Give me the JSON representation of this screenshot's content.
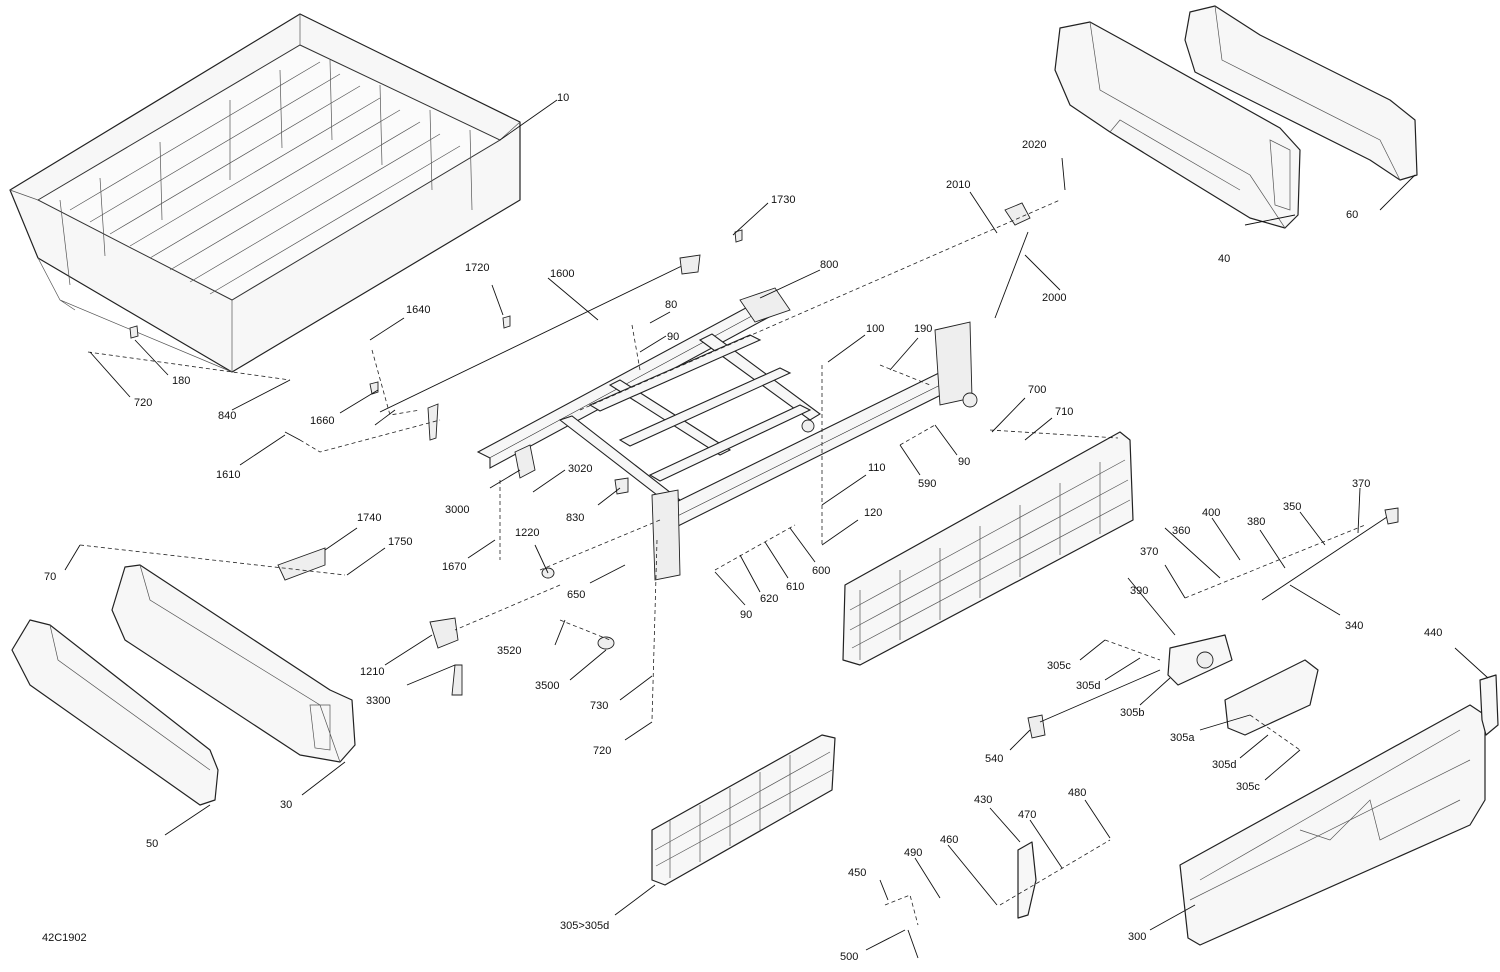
{
  "drawing_code": "42C1902",
  "callouts": {
    "c10": "10",
    "c180": "180",
    "c720a": "720",
    "c840": "840",
    "c1720": "1720",
    "c1600": "1600",
    "c1730": "1730",
    "c800": "800",
    "c80": "80",
    "c90a": "90",
    "c1640": "1640",
    "c1660": "1660",
    "c1610": "1610",
    "c2020": "2020",
    "c2010": "2010",
    "c2000": "2000",
    "c40": "40",
    "c60": "60",
    "c100": "100",
    "c190": "190",
    "c700": "700",
    "c710": "710",
    "c90b": "90",
    "c590": "590",
    "c110": "110",
    "c120": "120",
    "c3020": "3020",
    "c3000": "3000",
    "c830": "830",
    "c1740": "1740",
    "c1750": "1750",
    "c1670": "1670",
    "c1220": "1220",
    "c70": "70",
    "c650": "650",
    "c600": "600",
    "c610": "610",
    "c620": "620",
    "c90c": "90",
    "c1210": "1210",
    "c3520": "3520",
    "c3500": "3500",
    "c3300": "3300",
    "c730": "730",
    "c720b": "720",
    "c30": "30",
    "c50": "50",
    "c305_305d": "305>305d",
    "c370a": "370",
    "c350": "350",
    "c400": "400",
    "c360": "360",
    "c380": "380",
    "c370b": "370",
    "c390": "390",
    "c340": "340",
    "c305c_a": "305c",
    "c305d_a": "305d",
    "c305b": "305b",
    "c540": "540",
    "c305a": "305a",
    "c305d_b": "305d",
    "c305c_b": "305c",
    "c440": "440",
    "c430": "430",
    "c470": "470",
    "c480": "480",
    "c450": "450",
    "c490": "490",
    "c460": "460",
    "c500": "500",
    "c300": "300"
  }
}
